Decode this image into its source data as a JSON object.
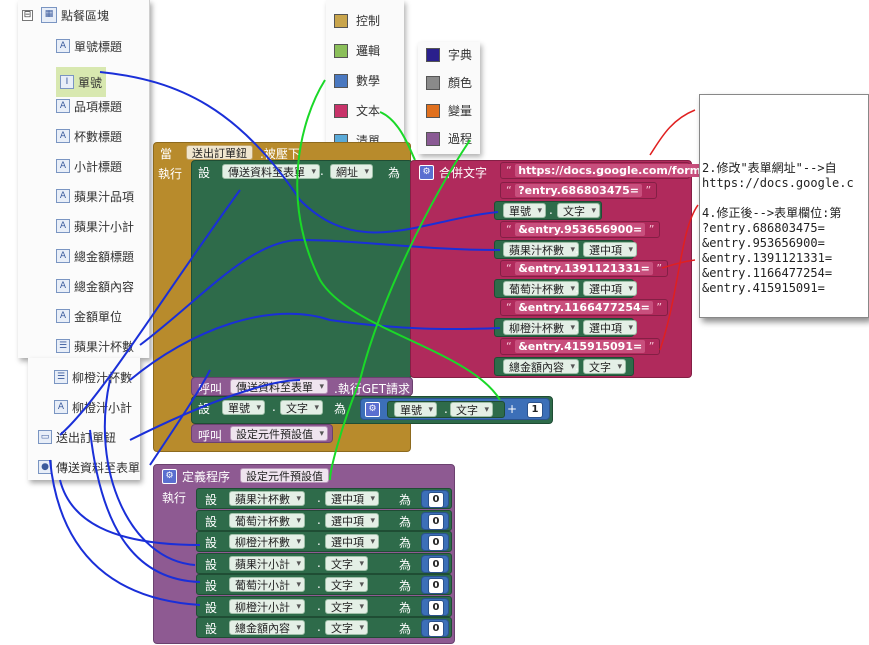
{
  "tree": {
    "root": {
      "toggle": "⊟",
      "label": "點餐區塊"
    },
    "items": [
      {
        "icon": "A",
        "label": "單號標題"
      },
      {
        "icon": "I",
        "label": "單號"
      },
      {
        "icon": "A",
        "label": "品項標題"
      },
      {
        "icon": "A",
        "label": "杯數標題"
      },
      {
        "icon": "A",
        "label": "小計標題"
      },
      {
        "icon": "A",
        "label": "蘋果汁品項"
      },
      {
        "icon": "A",
        "label": "蘋果汁小計"
      },
      {
        "icon": "A",
        "label": "總金額標題"
      },
      {
        "icon": "A",
        "label": "總金額內容"
      },
      {
        "icon": "A",
        "label": "金額單位"
      },
      {
        "icon": "☰",
        "label": "蘋果汁杯數"
      }
    ],
    "items2": [
      {
        "icon": "☰",
        "label": "柳橙汁杯數"
      },
      {
        "icon": "A",
        "label": "柳橙汁小計"
      },
      {
        "icon": "▭",
        "label": "送出訂單鈕"
      },
      {
        "icon": "●",
        "label": "傳送資料至表單"
      }
    ]
  },
  "palette1": [
    {
      "label": "控制",
      "color": "#c9a54c"
    },
    {
      "label": "邏輯",
      "color": "#8bbf5a"
    },
    {
      "label": "數學",
      "color": "#4a78c0"
    },
    {
      "label": "文本",
      "color": "#c8336a"
    },
    {
      "label": "清單",
      "color": "#5aaad8"
    }
  ],
  "palette2": [
    {
      "label": "字典",
      "color": "#2a1f8c"
    },
    {
      "label": "顏色",
      "color": "#8a8a8a"
    },
    {
      "label": "變量",
      "color": "#e0701e"
    },
    {
      "label": "過程",
      "color": "#8a5a94"
    }
  ],
  "note": {
    "lines": [
      "2.修改\"表單網址\"-->自",
      "https://docs.google.c",
      "",
      "4.修正後-->表單欄位:第",
      "?entry.686803475=",
      "&entry.953656900=",
      "&entry.1391121331=",
      "&entry.1166477254=",
      "&entry.415915091="
    ]
  },
  "event_block": {
    "when": "當",
    "component": "送出訂單鈕",
    "event": ".被壓下",
    "do": "執行",
    "set": "設",
    "target": "傳送資料至表單",
    "prop": "網址",
    "to": "為",
    "join": "合併文字",
    "url": "https://docs.google.com/form",
    "strings": [
      "?entry.686803475=",
      "&entry.953656900=",
      "&entry.1391121331=",
      "&entry.1166477254=",
      "&entry.415915091="
    ],
    "values": [
      {
        "comp": "單號",
        "prop": "文字"
      },
      {
        "comp": "蘋果汁杯數",
        "prop": "選中項"
      },
      {
        "comp": "葡萄汁杯數",
        "prop": "選中項"
      },
      {
        "comp": "柳橙汁杯數",
        "prop": "選中項"
      },
      {
        "comp": "總金額內容",
        "prop": "文字"
      }
    ],
    "call": "呼叫",
    "call_target": "傳送資料至表單",
    "call_method": ".執行GET請求",
    "set2_comp": "單號",
    "set2_prop": "文字",
    "set2_op": "+",
    "set2_num": "1",
    "call2_proc": "設定元件預設值"
  },
  "proc_block": {
    "define": "定義程序",
    "name": "設定元件預設值",
    "do": "執行",
    "set": "設",
    "to": "為",
    "rows": [
      {
        "comp": "蘋果汁杯數",
        "prop": "選中項",
        "val": "0"
      },
      {
        "comp": "葡萄汁杯數",
        "prop": "選中項",
        "val": "0"
      },
      {
        "comp": "柳橙汁杯數",
        "prop": "選中項",
        "val": "0"
      },
      {
        "comp": "蘋果汁小計",
        "prop": "文字",
        "val": "0"
      },
      {
        "comp": "葡萄汁小計",
        "prop": "文字",
        "val": "0"
      },
      {
        "comp": "柳橙汁小計",
        "prop": "文字",
        "val": "0"
      },
      {
        "comp": "總金額內容",
        "prop": "文字",
        "val": "0"
      }
    ]
  }
}
